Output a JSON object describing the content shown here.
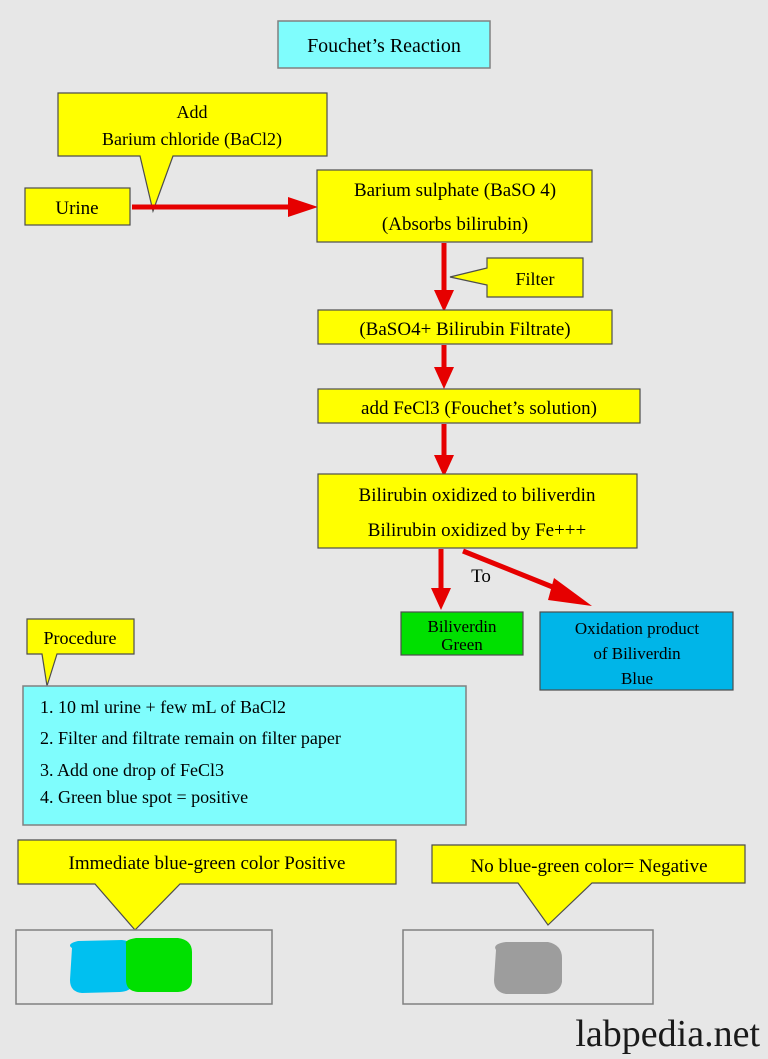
{
  "page": {
    "background_color": "#e7e7e7",
    "watermark": "labpedia.net"
  },
  "palette": {
    "yellow": "#ffff00",
    "cyan_light": "#7ffdfd",
    "green": "#00e000",
    "blue": "#00b5e8",
    "arrow_red": "#e60000",
    "border_gray": "#808080",
    "border_dark": "#4d4d4d",
    "blob_blue": "#00c0f0",
    "blob_green": "#00e000",
    "blob_gray": "#9d9d9d"
  },
  "title": {
    "label": "Fouchet’s Reaction"
  },
  "flow": {
    "callout_bacl2": {
      "line1": "Add",
      "line2": "Barium chloride (BaCl2)"
    },
    "urine": {
      "label": "Urine"
    },
    "barium_sulphate": {
      "line1": "Barium sulphate (BaSO 4)",
      "line2": "(Absorbs bilirubin)"
    },
    "callout_filter": {
      "label": "Filter"
    },
    "filtrate": {
      "label": "(BaSO4+ Bilirubin Filtrate)"
    },
    "fecl3": {
      "label": "add FeCl3 (Fouchet’s solution)"
    },
    "oxidation": {
      "line1": "Bilirubin oxidized to biliverdin",
      "line2": "Bilirubin oxidized by Fe+++"
    },
    "to_label": "To",
    "biliverdin": {
      "line1": "Biliverdin",
      "line2": "Green"
    },
    "oxidation_product": {
      "line1": "Oxidation product",
      "line2": "of Biliverdin",
      "line3": "Blue"
    }
  },
  "procedure": {
    "callout_label": "Procedure",
    "steps": [
      "1. 10 ml urine + few mL of BaCl2",
      "2. Filter and filtrate remain on filter paper",
      "3. Add one drop of FeCl3",
      "4. Green blue spot = positive"
    ]
  },
  "results": {
    "positive": {
      "callout_label": "Immediate blue-green color Positive"
    },
    "negative": {
      "callout_label": "No blue-green color= Negative"
    }
  }
}
